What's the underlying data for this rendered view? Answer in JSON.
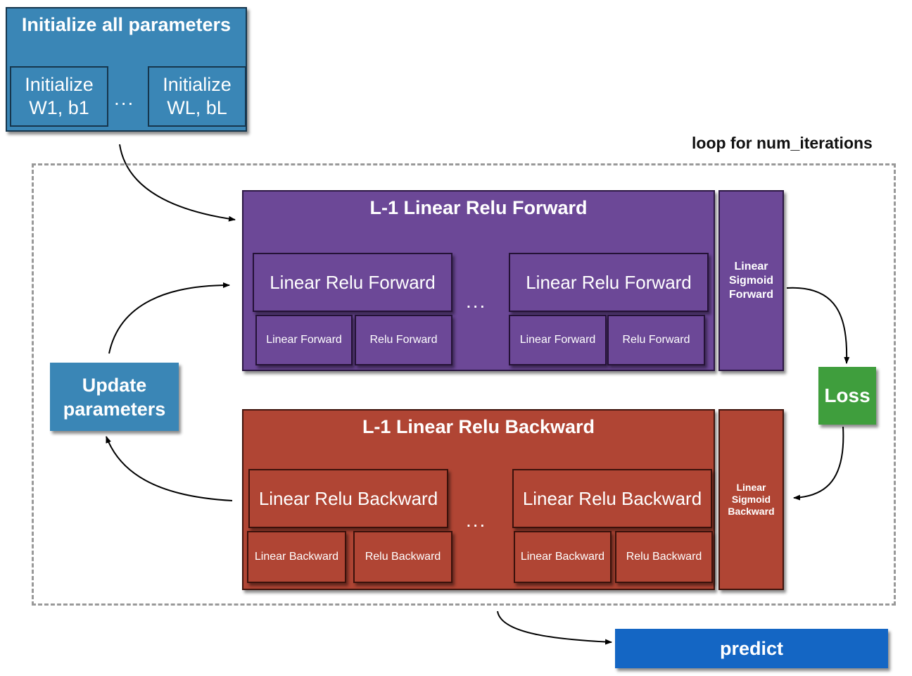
{
  "init": {
    "title": "Initialize all parameters",
    "first": "Initialize\nW1, b1",
    "last": "Initialize\nWL, bL",
    "dots": "..."
  },
  "loop_label": "loop for num_iterations",
  "forward": {
    "title": "L-1 Linear Relu Forward",
    "block_label": "Linear Relu Forward",
    "linear_label": "Linear Forward",
    "relu_label": "Relu Forward",
    "dots": "...",
    "sigmoid": "Linear\nSigmoid\nForward"
  },
  "backward": {
    "title": "L-1 Linear Relu Backward",
    "block_label": "Linear Relu Backward",
    "linear_label": "Linear Backward",
    "relu_label": "Relu Backward",
    "dots": "...",
    "sigmoid": "Linear\nSigmoid\nBackward"
  },
  "loss": "Loss",
  "update": "Update\nparameters",
  "predict": "predict",
  "colors": {
    "init_blue": "#3a86b6",
    "forward_purple": "#6c4897",
    "backward_red": "#b04534",
    "loss_green": "#3f9e3d",
    "predict_blue": "#1466c4"
  }
}
